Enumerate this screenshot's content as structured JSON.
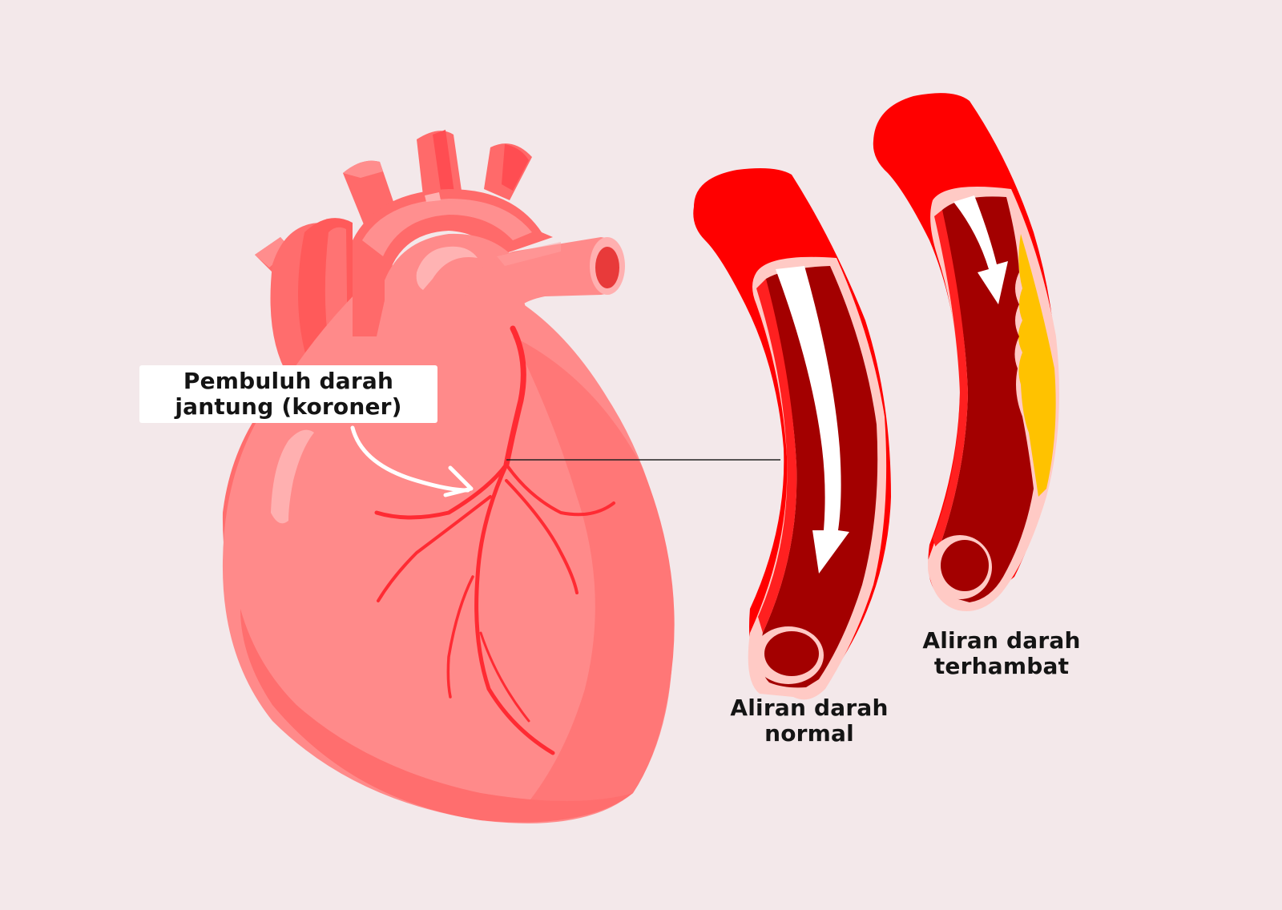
{
  "labels": {
    "coronary": {
      "line1": "Pembuluh darah",
      "line2": "jantung (koroner)"
    },
    "normal": {
      "line1": "Aliran darah",
      "line2": "normal"
    },
    "blocked": {
      "line1": "Aliran darah",
      "line2": "terhambat"
    }
  },
  "colors": {
    "background": "#f3e8ea",
    "heart_main": "#ff8a8a",
    "heart_dark": "#ff6f6f",
    "heart_vessel": "#ff5a5a",
    "artery": "#ff1f2d",
    "artery_outer": "#ff0000",
    "artery_rim": "#ffc9c5",
    "artery_lumen": "#a30000",
    "plaque": "#ffc200",
    "flow_arrow": "#ffffff"
  },
  "icons": {
    "heart": "heart-illustration",
    "coronary_pointer": "curved-arrow-icon",
    "normal_flow": "down-arrow-icon",
    "blocked_flow": "down-arrow-icon"
  }
}
